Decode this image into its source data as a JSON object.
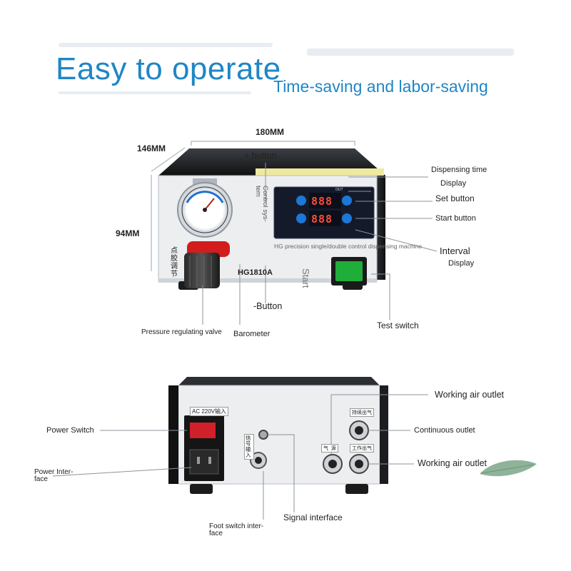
{
  "headline": "Easy to operate",
  "subheadline": "Time-saving and labor-saving",
  "front": {
    "dim_width": "180MM",
    "dim_depth": "146MM",
    "dim_height": "94MM",
    "plus_button": "+ button",
    "minus_button": "-Button",
    "control_system": "Control sys-\ntem",
    "dispensing_time": "Dispensing time",
    "display_top": "Display",
    "set_button": "Set button",
    "start_button": "Start button",
    "interval": "Interval",
    "display_bottom": "Display",
    "test_switch": "Test switch",
    "barometer": "Barometer",
    "pressure_valve": "Pressure regulating valve",
    "start_text": "Start",
    "model": "HG1810A",
    "product_line": "HG precision single/double control dispensing machine",
    "chinese_label": "点\n胶\n调\n节",
    "display_digits_top": "888",
    "display_digits_bottom": "888",
    "display_out": "OUT"
  },
  "rear": {
    "power_switch": "Power Switch",
    "power_interface": "Power Inter-\nface",
    "foot_switch": "Foot switch inter-\nface",
    "signal_interface": "Signal interface",
    "working_air_outlet_top": "Working air outlet",
    "continuous_outlet": "Continuous outlet",
    "working_air_outlet_bottom": "Working air outlet",
    "ac_label": "AC 220V输入",
    "signal_input_label": "信号输入",
    "continuous_port_label": "持续出气",
    "air_source_label": "气  源",
    "work_port_label": "工作出气"
  },
  "colors": {
    "accent_blue": "#1f86c6",
    "panel": "#e9ecef",
    "display_bg": "#151a2a",
    "led_red": "#ff4b3a",
    "button_blue": "#1d77d6",
    "switch_green": "#1fae3a",
    "rocker_red": "#d0202a"
  }
}
